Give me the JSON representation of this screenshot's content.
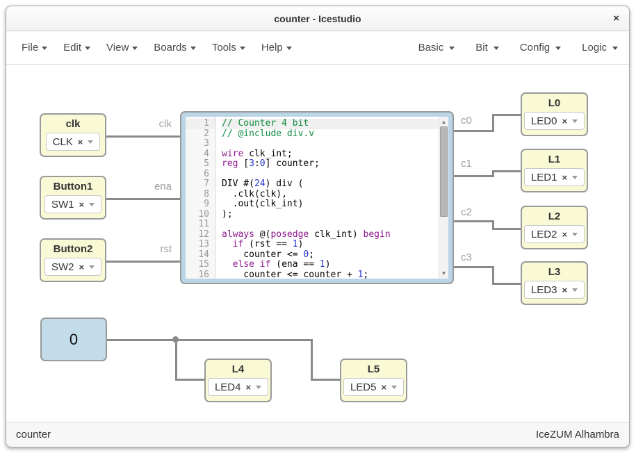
{
  "window": {
    "title": "counter - Icestudio",
    "close_icon": "×"
  },
  "menubar": {
    "left": [
      {
        "label": "File"
      },
      {
        "label": "Edit"
      },
      {
        "label": "View"
      },
      {
        "label": "Boards"
      },
      {
        "label": "Tools"
      },
      {
        "label": "Help"
      }
    ],
    "right": [
      {
        "label": "Basic"
      },
      {
        "label": "Bit"
      },
      {
        "label": "Config"
      },
      {
        "label": "Logic"
      }
    ]
  },
  "canvas": {
    "input_blocks": [
      {
        "title": "clk",
        "pin": "CLK"
      },
      {
        "title": "Button1",
        "pin": "SW1"
      },
      {
        "title": "Button2",
        "pin": "SW2"
      }
    ],
    "output_blocks": [
      {
        "title": "L0",
        "pin": "LED0"
      },
      {
        "title": "L1",
        "pin": "LED1"
      },
      {
        "title": "L2",
        "pin": "LED2"
      },
      {
        "title": "L3",
        "pin": "LED3"
      },
      {
        "title": "L4",
        "pin": "LED4"
      },
      {
        "title": "L5",
        "pin": "LED5"
      }
    ],
    "constant_block": {
      "value": "0"
    },
    "wire_labels": {
      "clk": "clk",
      "ena": "ena",
      "rst": "rst",
      "c0": "c0",
      "c1": "c1",
      "c2": "c2",
      "c3": "c3"
    },
    "code_block": {
      "lines": [
        {
          "n": 1,
          "tokens": [
            [
              "c",
              "// Counter 4 bit"
            ]
          ]
        },
        {
          "n": 2,
          "tokens": [
            [
              "c",
              "// @include div.v"
            ]
          ]
        },
        {
          "n": 3,
          "tokens": []
        },
        {
          "n": 4,
          "tokens": [
            [
              "k",
              "wire"
            ],
            [
              "p",
              " clk_int;"
            ]
          ]
        },
        {
          "n": 5,
          "tokens": [
            [
              "k",
              "reg"
            ],
            [
              "p",
              " ["
            ],
            [
              "n",
              "3"
            ],
            [
              "p",
              ":"
            ],
            [
              "n",
              "0"
            ],
            [
              "p",
              "] counter;"
            ]
          ]
        },
        {
          "n": 6,
          "tokens": []
        },
        {
          "n": 7,
          "tokens": [
            [
              "p",
              "DIV #("
            ],
            [
              "n",
              "24"
            ],
            [
              "p",
              ") div ("
            ]
          ]
        },
        {
          "n": 8,
          "tokens": [
            [
              "p",
              "  .clk(clk),"
            ]
          ]
        },
        {
          "n": 9,
          "tokens": [
            [
              "p",
              "  .out(clk_int)"
            ]
          ]
        },
        {
          "n": 10,
          "tokens": [
            [
              "p",
              ");"
            ]
          ]
        },
        {
          "n": 11,
          "tokens": []
        },
        {
          "n": 12,
          "tokens": [
            [
              "k",
              "always"
            ],
            [
              "p",
              " @("
            ],
            [
              "k",
              "posedge"
            ],
            [
              "p",
              " clk_int) "
            ],
            [
              "k",
              "begin"
            ]
          ]
        },
        {
          "n": 13,
          "tokens": [
            [
              "p",
              "  "
            ],
            [
              "k",
              "if"
            ],
            [
              "p",
              " (rst == "
            ],
            [
              "n",
              "1"
            ],
            [
              "p",
              ")"
            ]
          ]
        },
        {
          "n": 14,
          "tokens": [
            [
              "p",
              "    counter <= "
            ],
            [
              "n",
              "0"
            ],
            [
              "p",
              ";"
            ]
          ]
        },
        {
          "n": 15,
          "tokens": [
            [
              "p",
              "  "
            ],
            [
              "k",
              "else"
            ],
            [
              "p",
              " "
            ],
            [
              "k",
              "if"
            ],
            [
              "p",
              " (ena == "
            ],
            [
              "n",
              "1"
            ],
            [
              "p",
              ")"
            ]
          ]
        },
        {
          "n": 16,
          "tokens": [
            [
              "p",
              "    counter <= counter + "
            ],
            [
              "n",
              "1"
            ],
            [
              "p",
              ";"
            ]
          ]
        }
      ]
    }
  },
  "statusbar": {
    "project": "counter",
    "board": "IceZUM Alhambra"
  },
  "ui": {
    "remove_icon": "×",
    "scroll_up_icon": "▲",
    "scroll_down_icon": "▼"
  },
  "colors": {
    "block_yellow": "#f9f9d6",
    "block_blue": "#c3dce9",
    "code_frame": "#bad6e6",
    "wire": "#8a8a8a",
    "comment": "#0e8b3e",
    "keyword": "#8e198e",
    "number": "#2233cc"
  }
}
